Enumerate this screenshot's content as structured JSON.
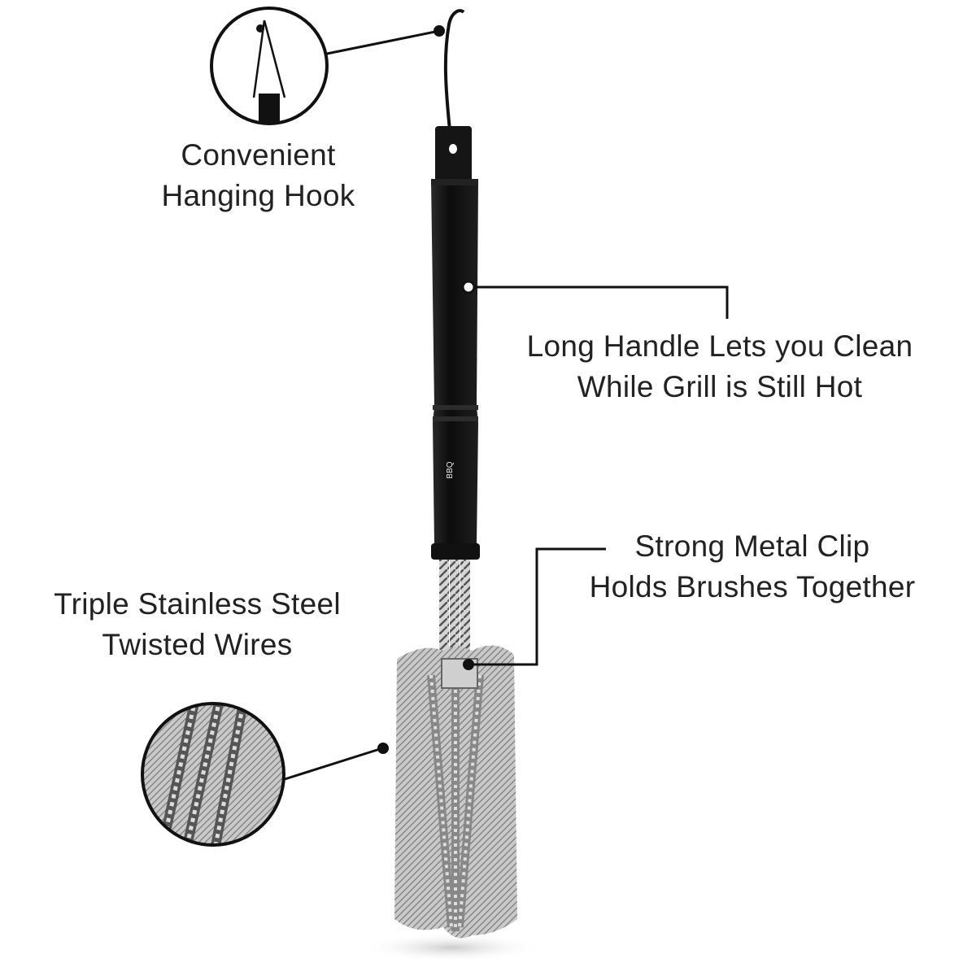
{
  "callouts": {
    "hook": {
      "line1": "Convenient",
      "line2": "Hanging Hook"
    },
    "handle": {
      "line1": "Long Handle Lets you Clean",
      "line2": "While Grill is Still Hot"
    },
    "clip": {
      "line1": "Strong Metal Clip",
      "line2": "Holds Brushes Together"
    },
    "wires": {
      "line1": "Triple Stainless Steel",
      "line2": "Twisted Wires"
    }
  },
  "logo": {
    "text": "BBQ"
  },
  "colors": {
    "handle": "#111111",
    "bristles": "#b8b8b8",
    "text": "#222222"
  }
}
